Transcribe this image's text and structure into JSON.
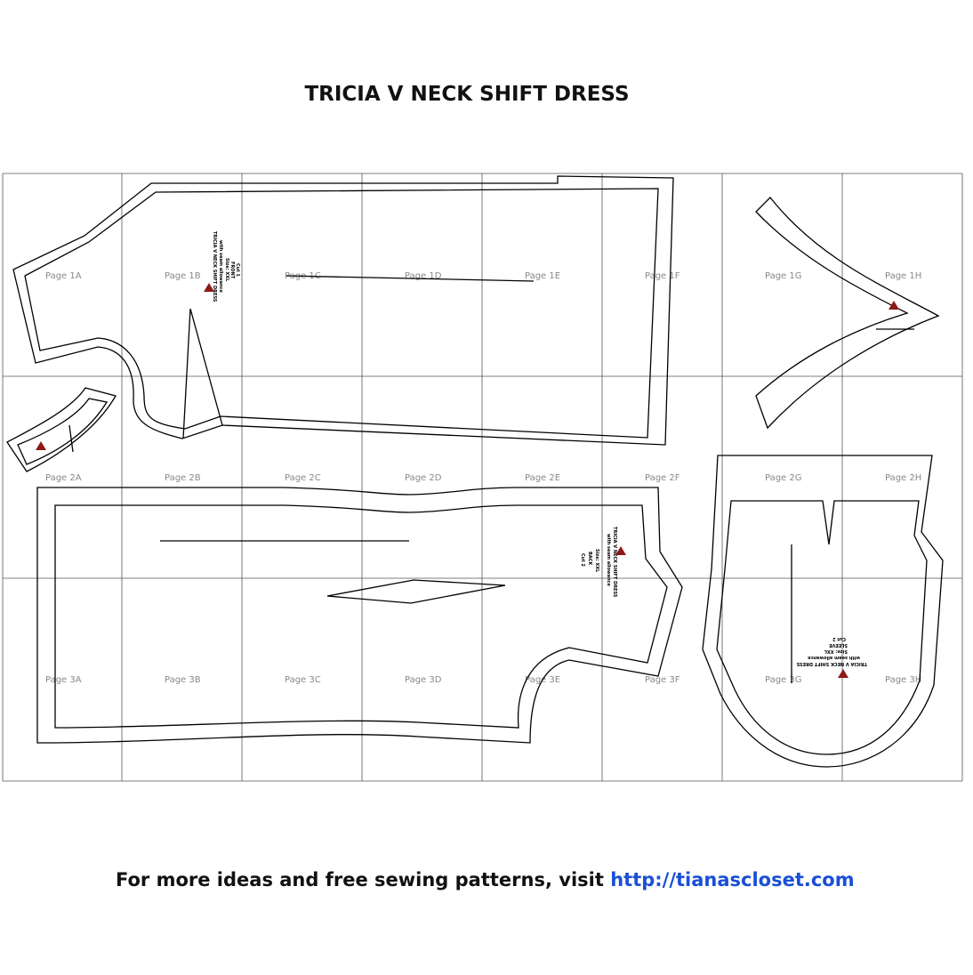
{
  "title": "TRICIA V NECK SHIFT DRESS",
  "footer": {
    "text": "For more ideas and free sewing patterns, visit ",
    "link": "http://tianascloset.com",
    "link_color": "#1a4fd6"
  },
  "page_labels": [
    "Page 1A",
    "Page 1B",
    "Page 1C",
    "Page 1D",
    "Page 1E",
    "Page 1F",
    "Page 1G",
    "Page 1H",
    "Page 2A",
    "Page 2B",
    "Page 2C",
    "Page 2D",
    "Page 2E",
    "Page 2F",
    "Page 2G",
    "Page 2H",
    "Page 3A",
    "Page 3B",
    "Page 3C",
    "Page 3D",
    "Page 3E",
    "Page 3F",
    "Page 3G",
    "Page 3H"
  ],
  "pieces": {
    "front": {
      "lines": [
        "TRICIA V NECK SHIFT DRESS",
        "with seam allowance",
        "Size: XXL",
        "FRONT",
        "Cut 1"
      ]
    },
    "back": {
      "lines": [
        "TRICIA V NECK SHIFT DRESS",
        "with seam allowance",
        "Size: XXL",
        "BACK",
        "Cut 2"
      ]
    },
    "sleeve": {
      "lines": [
        "TRICIA V NECK SHIFT DRESS",
        "with seam allowance",
        "Size: XXL",
        "SLEEVE",
        "Cut 2"
      ]
    }
  }
}
